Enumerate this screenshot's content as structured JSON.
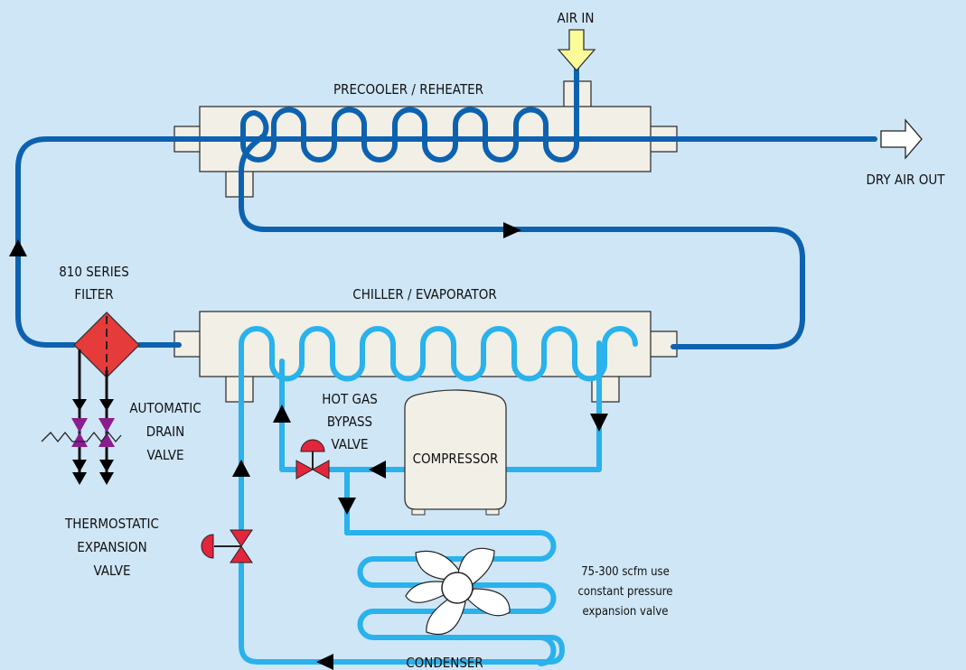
{
  "labels": {
    "air_in": "AIR IN",
    "precooler": "PRECOOLER / REHEATER",
    "dry_air_out": "DRY AIR OUT",
    "filter_line1": "810 SERIES",
    "filter_line2": "FILTER",
    "chiller": "CHILLER / EVAPORATOR",
    "drain_line1": "AUTOMATIC",
    "drain_line2": "DRAIN",
    "drain_line3": "VALVE",
    "hot_gas_line1": "HOT GAS",
    "hot_gas_line2": "BYPASS",
    "hot_gas_line3": "VALVE",
    "compressor": "COMPRESSOR",
    "tev_line1": "THERMOSTATIC",
    "tev_line2": "EXPANSION",
    "tev_line3": "VALVE",
    "note_line1": "75-300 scfm use",
    "note_line2": "constant pressure",
    "note_line3": "expansion valve",
    "condenser": "CONDENSER"
  },
  "colors": {
    "background": "#cfe6f6",
    "air_line": "#0d62b0",
    "refrigerant_line": "#29b2ec",
    "vessel_fill": "#f1efe6",
    "filter_fill": "#e63b3b",
    "valve_red": "#e3263c",
    "drain_valve_purple": "#8a1e8e",
    "inlet_arrow_yellow": "#fbfb9a"
  },
  "icons": {
    "air_in_arrow": "arrow-down-icon",
    "dry_air_out_arrow": "arrow-right-icon",
    "filter": "filter-icon",
    "fan": "fan-icon"
  }
}
